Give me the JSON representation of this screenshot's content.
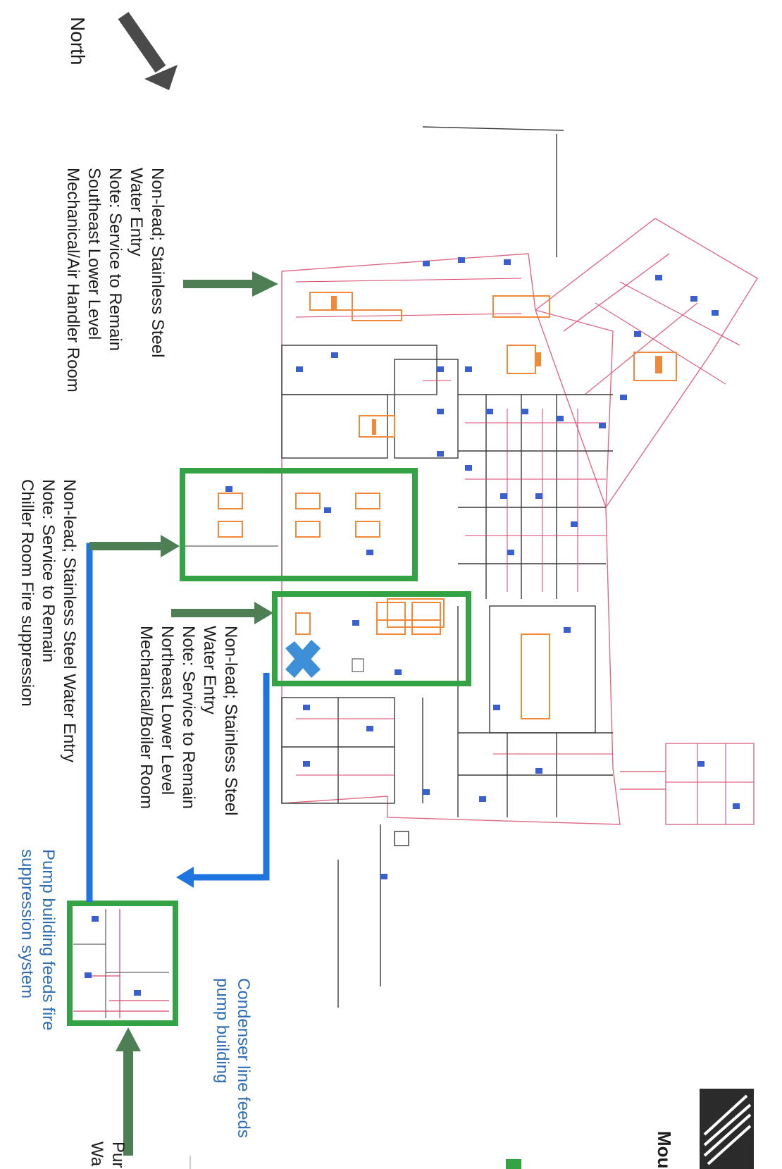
{
  "compass": {
    "label": "North",
    "icon": "north-arrow-icon"
  },
  "annotations": {
    "southeast": {
      "lines": [
        "Non-lead; Stainless Steel",
        "Water Entry",
        "Note: Service to Remain",
        "Southeast Lower Level",
        "Mechanical/Air Handler Room"
      ]
    },
    "chiller": {
      "lines": [
        "Non-lead; Stainless Steel Water Entry",
        "Note: Service to Remain",
        "Chiller Room Fire suppression"
      ]
    },
    "northeast": {
      "lines": [
        "Non-lead; Stainless Steel",
        "Water Entry",
        "Note: Service to Remain",
        "Northeast Lower Level",
        "Mechanical/Boiler Room"
      ]
    },
    "pump_fire": {
      "lines": [
        "Pump building feeds fire",
        "suppression system"
      ]
    },
    "condenser": {
      "lines": [
        "Condenser line feeds",
        "pump building"
      ]
    },
    "pump_partial": {
      "lines": [
        "Pur",
        "Wa"
      ]
    }
  },
  "brand": {
    "text": "Mou",
    "icon": "logo-icon"
  },
  "colors": {
    "green_arrow": "#4d7e54",
    "green_box": "#33a345",
    "blue_line": "#1f74e0",
    "x_mark": "#3d8fd8",
    "plan_red": "#d9436a",
    "plan_orange": "#f08a3a",
    "plan_blue": "#3a5fcf"
  }
}
